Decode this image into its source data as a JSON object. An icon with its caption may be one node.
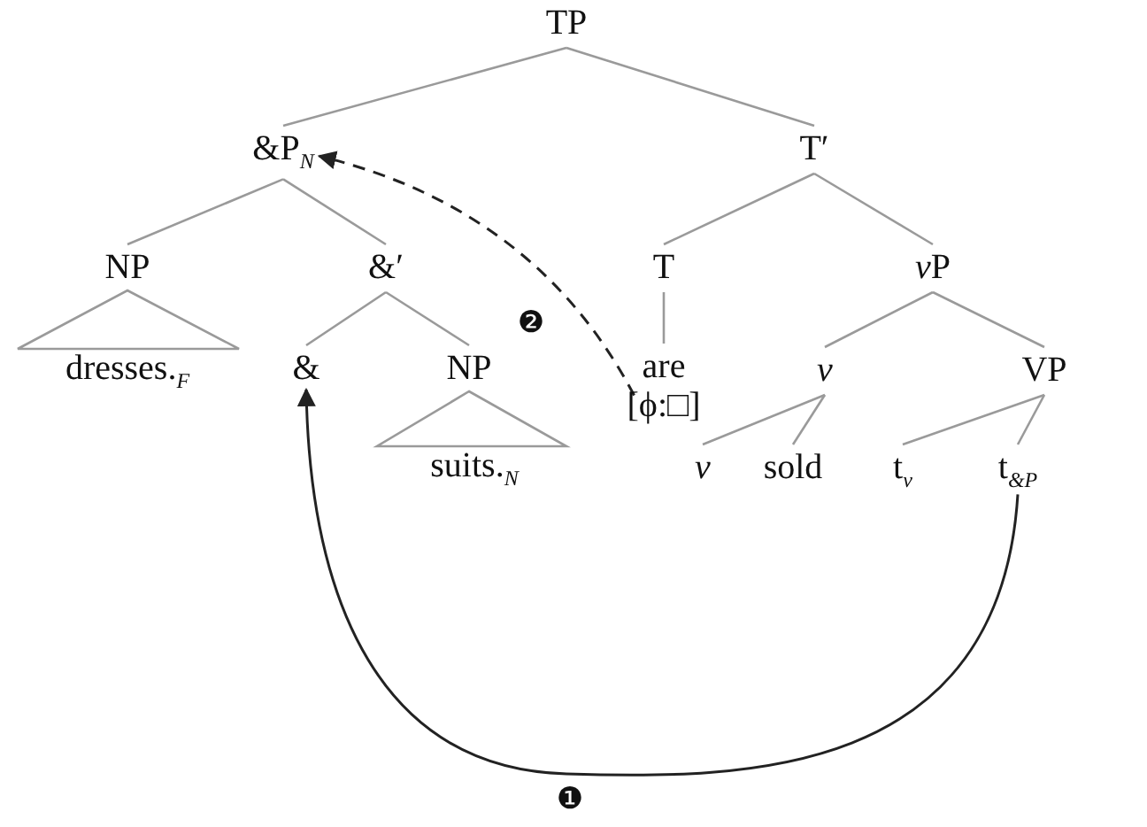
{
  "diagram": {
    "nodes": [
      {
        "text": [
          "TP"
        ]
      },
      {
        "text": [
          "&P$_{N}$"
        ]
      },
      {
        "text": [
          "T′"
        ]
      },
      {
        "text": [
          "NP"
        ]
      },
      {
        "text": [
          "&′"
        ]
      },
      {
        "text": [
          "T"
        ]
      },
      {
        "text": [
          "vP"
        ]
      },
      {
        "text": [
          "dresses.$_{F}$"
        ]
      },
      {
        "text": [
          "&"
        ]
      },
      {
        "text": [
          "NP"
        ]
      },
      {
        "text": [
          "are",
          "[ϕ:□]"
        ]
      },
      {
        "text": [
          "v"
        ]
      },
      {
        "text": [
          "VP"
        ]
      },
      {
        "text": [
          "suits.$_{N}$"
        ]
      },
      {
        "text": [
          "v"
        ]
      },
      {
        "text": [
          "sold"
        ]
      },
      {
        "text": [
          "t$_{v}$"
        ]
      },
      {
        "text": [
          "t$_{&P}$"
        ]
      }
    ],
    "edges": [
      {
        "from": 0,
        "to": 1,
        "arrow": "none"
      },
      {
        "from": 0,
        "to": 2,
        "arrow": "none"
      },
      {
        "from": 1,
        "to": 3,
        "arrow": "none"
      },
      {
        "from": 1,
        "to": 4,
        "arrow": "none"
      },
      {
        "from": 2,
        "to": 5,
        "arrow": "none"
      },
      {
        "from": 2,
        "to": 6,
        "arrow": "none"
      },
      {
        "from": 3,
        "to": 7,
        "arrow": "none"
      },
      {
        "from": 4,
        "to": 8,
        "arrow": "none"
      },
      {
        "from": 4,
        "to": 9,
        "arrow": "none"
      },
      {
        "from": 5,
        "to": 10,
        "arrow": "none"
      },
      {
        "from": 6,
        "to": 11,
        "arrow": "none"
      },
      {
        "from": 6,
        "to": 12,
        "arrow": "none"
      },
      {
        "from": 9,
        "to": 13,
        "arrow": "none"
      },
      {
        "from": 11,
        "to": 14,
        "arrow": "none"
      },
      {
        "from": 11,
        "to": 15,
        "arrow": "none"
      },
      {
        "from": 12,
        "to": 16,
        "arrow": "none"
      },
      {
        "from": 12,
        "to": 17,
        "arrow": "none"
      },
      {
        "from": 17,
        "to": 8,
        "arrow": "to",
        "label": "❶",
        "color": "#222222"
      },
      {
        "from": 10,
        "to": 1,
        "arrow": "to",
        "label": "❷",
        "style": "dashed",
        "color": "#222222"
      }
    ]
  }
}
